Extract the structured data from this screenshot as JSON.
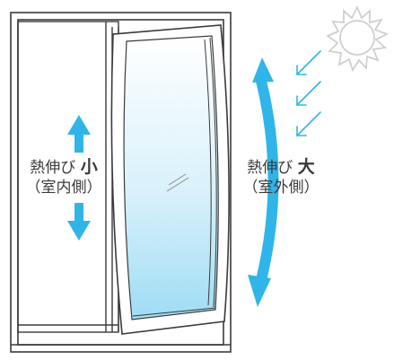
{
  "inner_label": {
    "heading": "熱伸び",
    "size": "小",
    "side": "（室内側）"
  },
  "outer_label": {
    "heading": "熱伸び",
    "size": "大",
    "side": "（室外側）"
  },
  "colors": {
    "arrow": "#2fb5e8",
    "frame_stroke": "#3a3a3a",
    "glass_top": "#ffffff",
    "glass_bottom": "#9fdcf5",
    "sun_stroke": "#cfcfcf"
  },
  "icons": [
    "sun-icon",
    "sunlight-ray-icon",
    "double-arrow-icon"
  ]
}
